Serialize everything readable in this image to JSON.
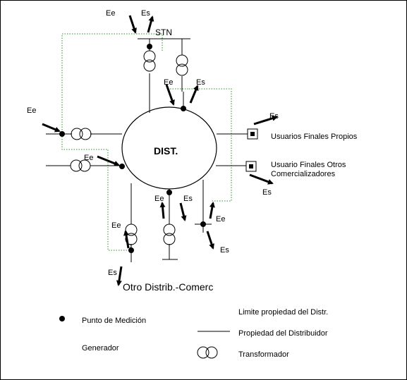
{
  "diagram": {
    "center_label": "DIST.",
    "stn_label": "STN",
    "otro_label": "Otro Distrib.-Comerc",
    "usuarios_propios": "Usuarios Finales Propios",
    "usuarios_otros_1": "Usuario Finales Otros",
    "usuarios_otros_2": "Comercializadores",
    "ee": "Ee",
    "es": "Es"
  },
  "legend": {
    "punto": "Punto de Medición",
    "generador": "Generador",
    "limite": "Limite propiedad del Distr.",
    "propiedad": "Propiedad del Distribuidor",
    "transformador": "Transformador"
  },
  "colors": {
    "line": "#000000",
    "boundary": "#2e8b2e"
  }
}
